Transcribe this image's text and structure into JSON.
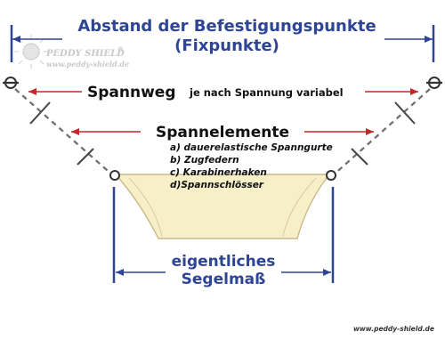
{
  "colors": {
    "blue": "#2e4596",
    "red": "#c8262c",
    "sail_fill": "#f7efc8",
    "sail_stroke": "#c9b98a",
    "line_gray": "#707070"
  },
  "title": {
    "line1": "Abstand der Befestigungspunkte",
    "line2": "(Fixpunkte)"
  },
  "logo": {
    "name": "PEDDY SHIELD",
    "registered": "®",
    "url": "www.peddy-shield.de"
  },
  "spannweg": {
    "label": "Spannweg",
    "sub": "je nach Spannung variabel"
  },
  "spannelemente": {
    "label": "Spannelemente",
    "items": [
      "a) dauerelastische Spanngurte",
      "b) Zugfedern",
      "c) Karabinerhaken",
      "d)Spannschlösser"
    ]
  },
  "segelmass": {
    "line1": "eigentliches",
    "line2": "Segelmaß"
  },
  "footer_url": "www.peddy-shield.de"
}
